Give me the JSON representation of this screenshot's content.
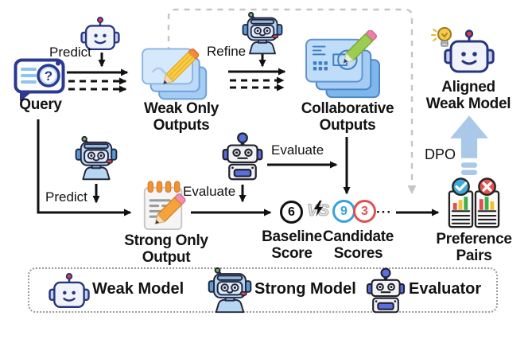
{
  "diagram": {
    "nodes": {
      "query": {
        "label": "Query"
      },
      "weak_only_outputs": {
        "line1": "Weak Only",
        "line2": "Outputs"
      },
      "collaborative_outputs": {
        "line1": "Collaborative",
        "line2": "Outputs"
      },
      "aligned_weak_model": {
        "line1": "Aligned",
        "line2": "Weak Model"
      },
      "strong_only_output": {
        "line1": "Strong Only",
        "line2": "Output"
      },
      "baseline_score": {
        "line1": "Baseline",
        "line2": "Score"
      },
      "candidate_scores": {
        "line1": "Candidate",
        "line2": "Scores"
      },
      "preference_pairs": {
        "line1": "Preference",
        "line2": "Pairs"
      }
    },
    "actions": {
      "predict_weak": "Predict",
      "predict_strong": "Predict",
      "refine": "Refine",
      "evaluate_strong": "Evaluate",
      "evaluate_collaborative": "Evaluate",
      "dpo": "DPO"
    },
    "scores": {
      "baseline_value": "6",
      "versus": "VS",
      "candidate_values": [
        "9",
        "3"
      ],
      "more_indicator": "···"
    },
    "icons": {
      "query_question_mark": "?",
      "query_icon": "speech-bubble-question-icon",
      "weak_outputs_icon": "stacked-notes-pencil-icon",
      "collaborative_outputs_icon": "stacked-blueprints-pencil-icon",
      "strong_output_icon": "notepad-pencil-icon",
      "preference_pairs_icon": "chart-documents-check-cross-icon",
      "dpo_icon": "up-arrow-icon",
      "lightbulb_icon": "lightbulb-icon"
    },
    "colors": {
      "baseline_circle": "#111111",
      "candidate_circle_blue": "#35a3db",
      "candidate_circle_red": "#e05252",
      "dpo_arrow_blue": "#aac9e9",
      "dashed_box_gray": "#c5c5c5",
      "sheet_light_blue": "#d6e8fc",
      "accent_navy": "#2b3990"
    }
  },
  "legend": {
    "items": [
      {
        "label": "Weak Model",
        "icon": "weak-robot-icon"
      },
      {
        "label": "Strong Model",
        "icon": "strong-robot-icon"
      },
      {
        "label": "Evaluator",
        "icon": "evaluator-robot-icon"
      }
    ]
  }
}
